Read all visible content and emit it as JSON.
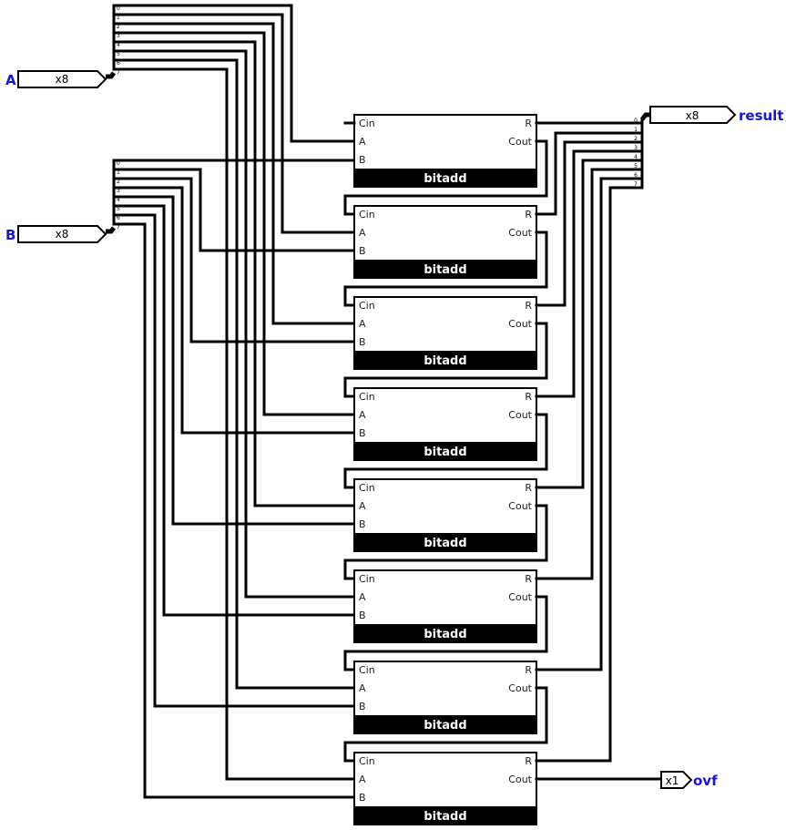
{
  "inputs": [
    {
      "name": "A",
      "width_label": "x8"
    },
    {
      "name": "B",
      "width_label": "x8"
    }
  ],
  "outputs": [
    {
      "name": "result",
      "width_label": "x8"
    },
    {
      "name": "ovf",
      "width_label": "x1"
    }
  ],
  "splitter_bits": [
    "0",
    "1",
    "2",
    "3",
    "4",
    "5",
    "6",
    "7"
  ],
  "adder": {
    "title": "bitadd",
    "ports": {
      "cin": "Cin",
      "a": "A",
      "b": "B",
      "r": "R",
      "cout": "Cout"
    },
    "count": 8
  },
  "colors": {
    "label": "#1515d6",
    "wire": "#000000"
  }
}
